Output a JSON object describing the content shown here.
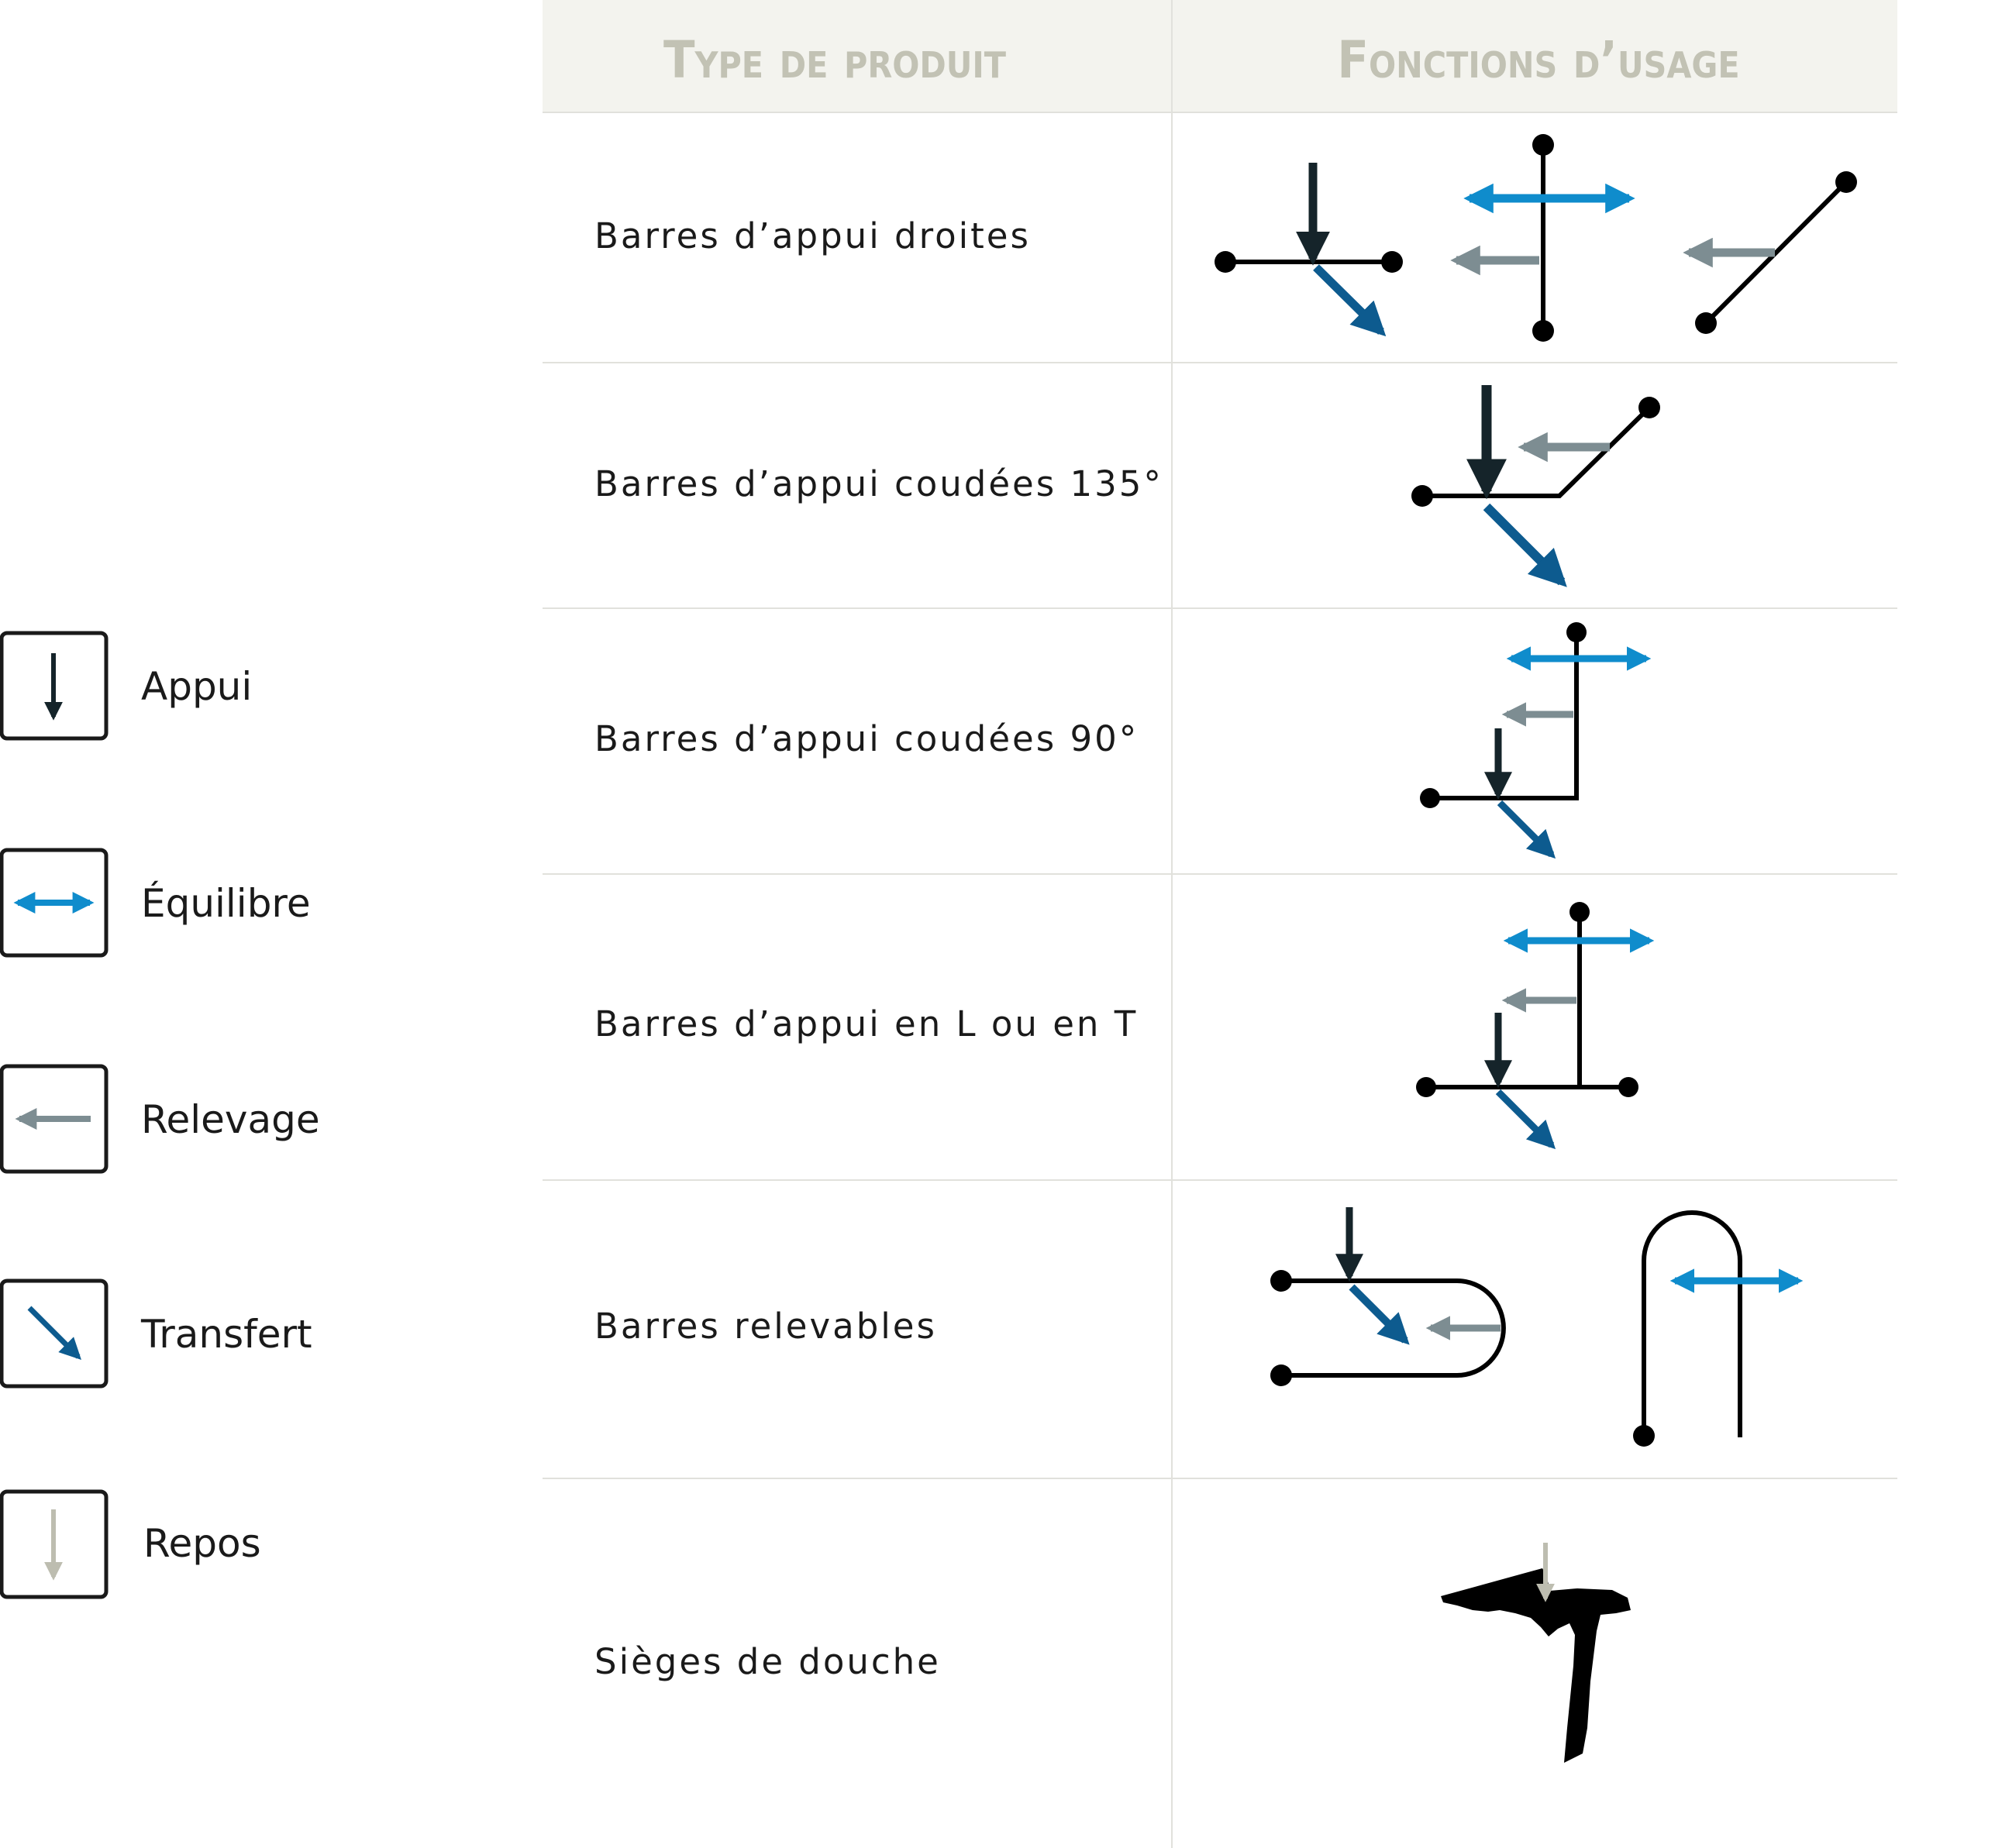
{
  "colors": {
    "appui": "#15242a",
    "equilibre": "#0f8ccc",
    "relevage": "#7d8d92",
    "transfert": "#0d5b8f",
    "repos": "#bdbdb0",
    "header_text": "#c2c2b4",
    "header_bg": "#f3f3ee",
    "lines": "#e1e1dc"
  },
  "table": {
    "headers": {
      "product_type": "Type de produit",
      "usage_functions": "Fonctions d’usage"
    },
    "rows": [
      {
        "label": "Barres d’appui droites",
        "icon": "straight-bar-diagrams"
      },
      {
        "label": "Barres d’appui coudées 135°",
        "icon": "angled-135-bar-diagram"
      },
      {
        "label": "Barres d’appui coudées 90°",
        "icon": "angled-90-bar-diagram"
      },
      {
        "label": "Barres d’appui en L ou en T",
        "icon": "l-t-bar-diagram"
      },
      {
        "label": "Barres relevables",
        "icon": "folding-bar-diagrams"
      },
      {
        "label": "Sièges de douche",
        "icon": "shower-seat-diagram"
      }
    ]
  },
  "legend": [
    {
      "label": "Appui",
      "icon": "appui-arrow-icon"
    },
    {
      "label": "Équilibre",
      "icon": "equilibre-arrow-icon"
    },
    {
      "label": "Relevage",
      "icon": "relevage-arrow-icon"
    },
    {
      "label": "Transfert",
      "icon": "transfert-arrow-icon"
    },
    {
      "label": "Repos",
      "icon": "repos-arrow-icon"
    }
  ]
}
